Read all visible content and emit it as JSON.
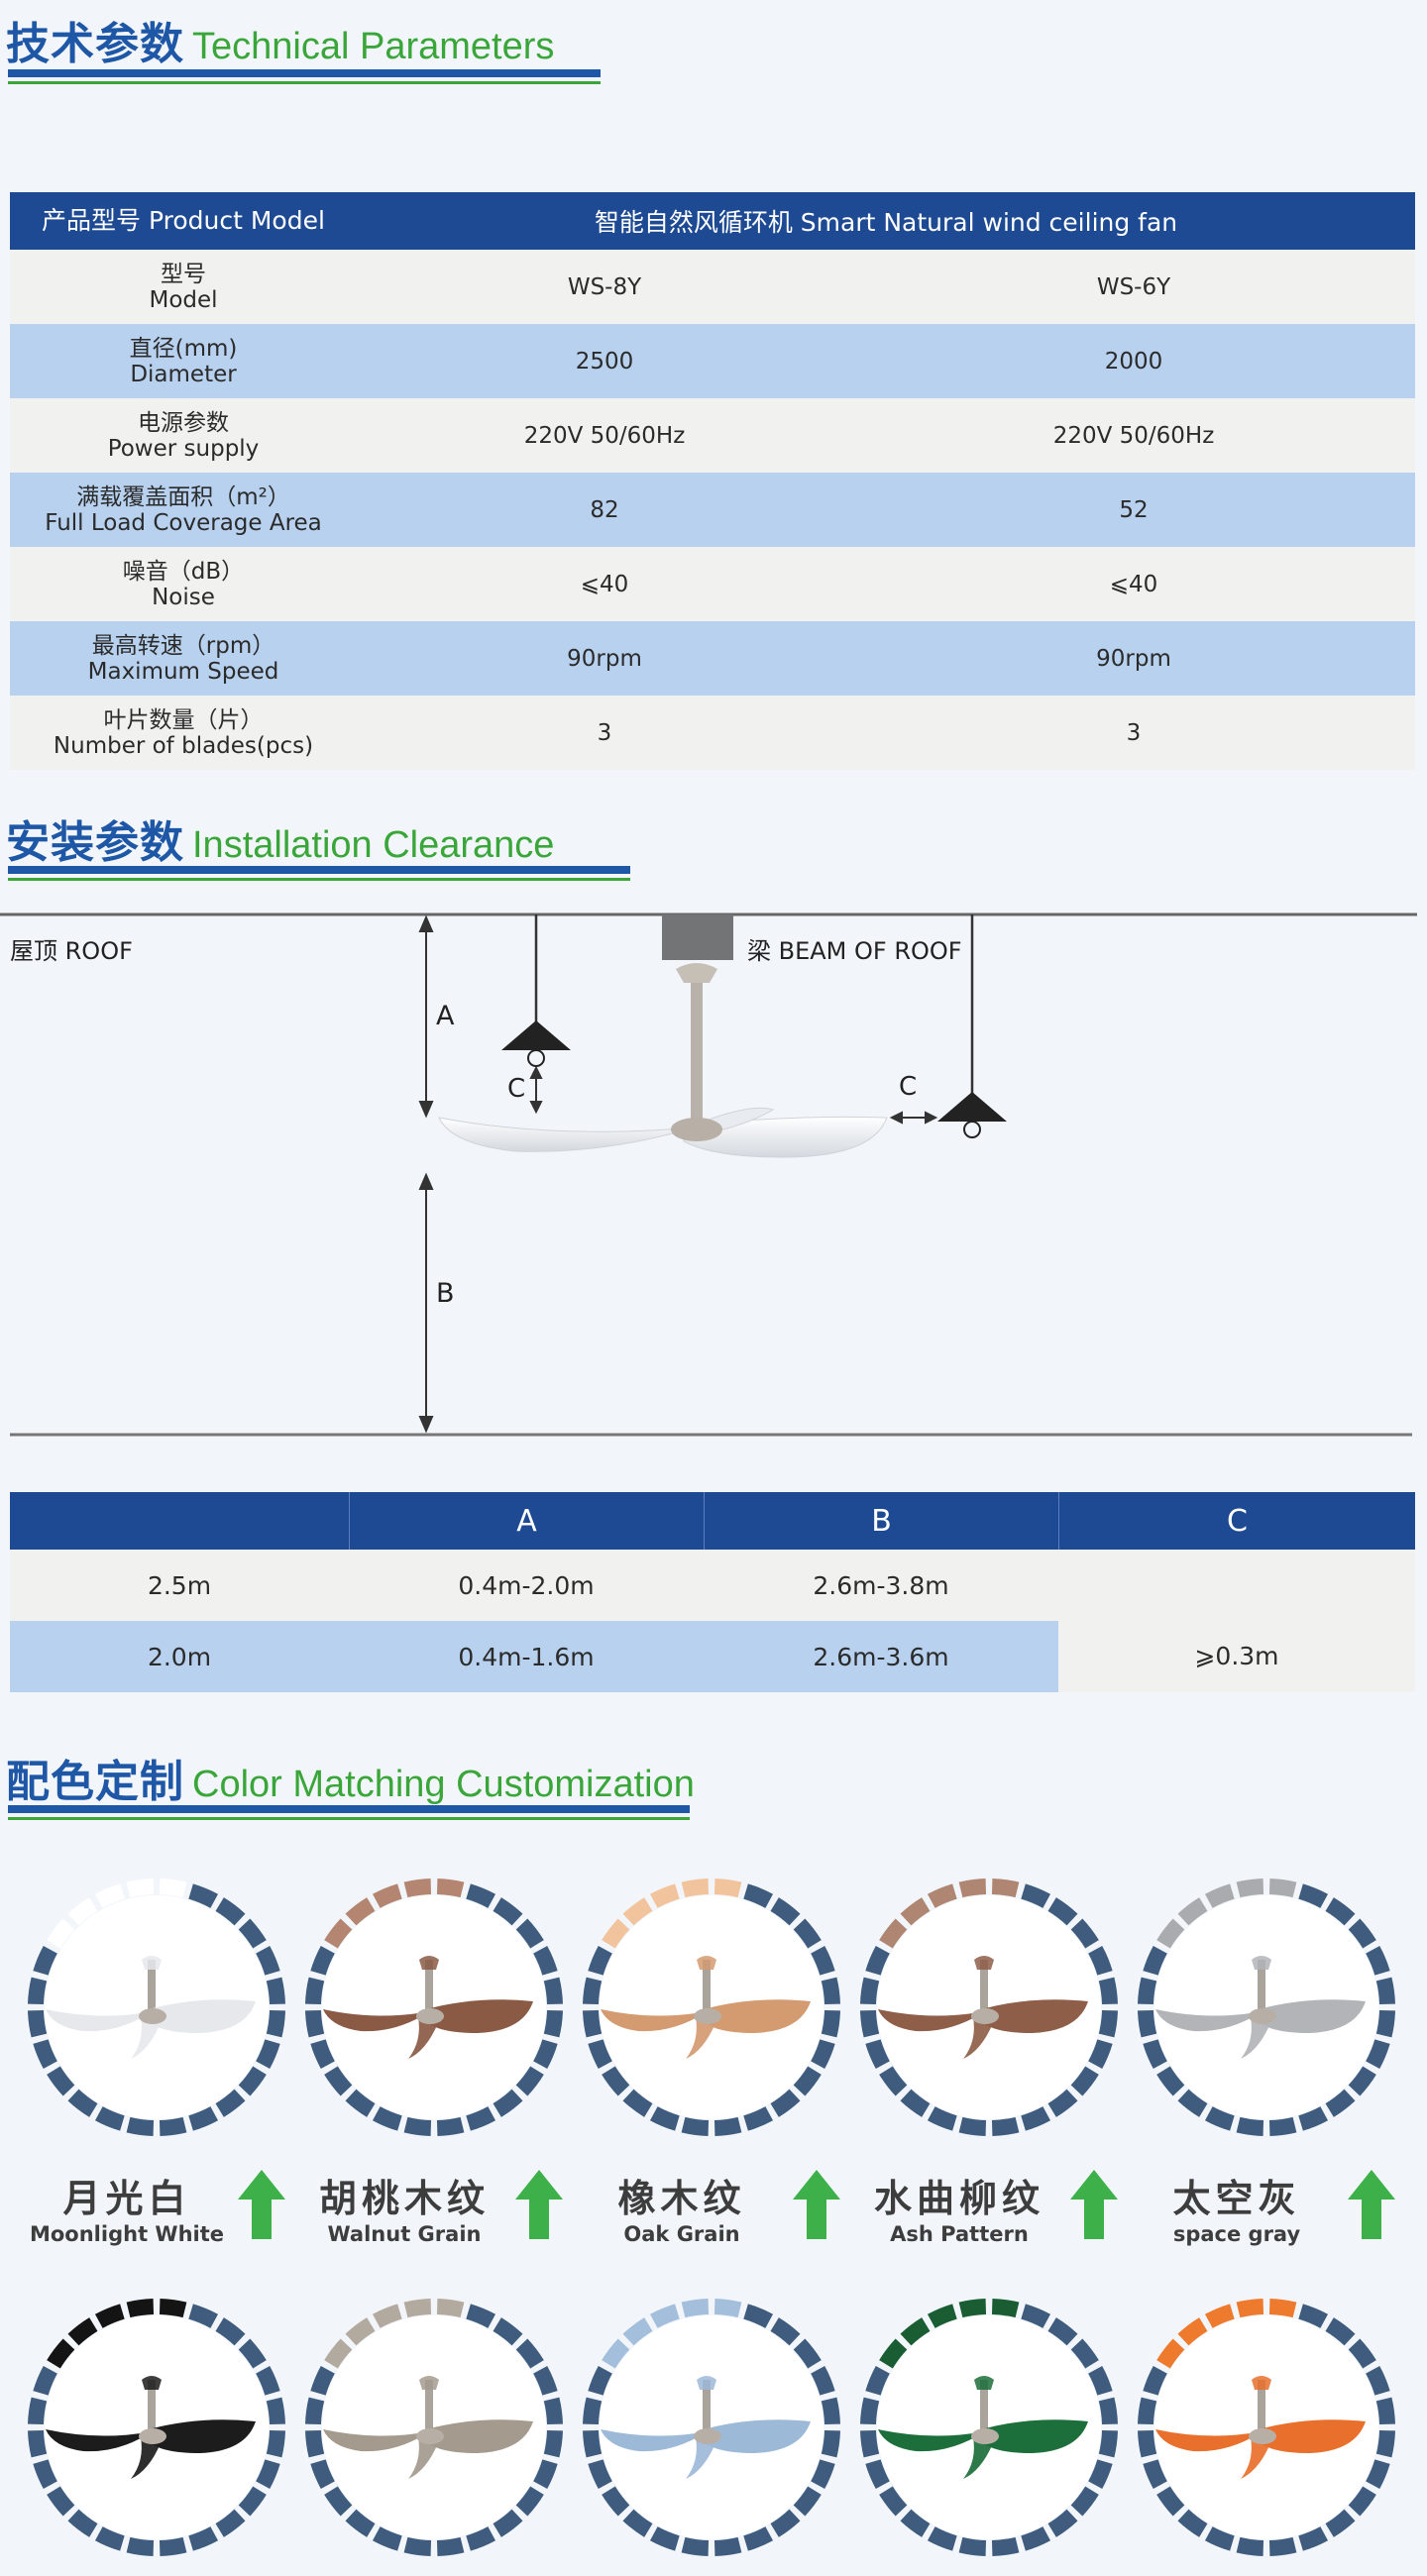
{
  "sections": {
    "tech": {
      "zh": "技术参数",
      "en": "Technical Parameters"
    },
    "install": {
      "zh": "安装参数",
      "en": "Installation Clearance"
    },
    "color": {
      "zh": "配色定制",
      "en": "Color Matching Customization"
    }
  },
  "spec_table": {
    "header": {
      "label": "产品型号 Product Model",
      "value": "智能自然风循环机 Smart Natural wind ceiling fan"
    },
    "rows": [
      {
        "zh": "型号",
        "en": "Model",
        "v1": "WS-8Y",
        "v2": "WS-6Y"
      },
      {
        "zh": "直径(mm)",
        "en": "Diameter",
        "v1": "2500",
        "v2": "2000"
      },
      {
        "zh": "电源参数",
        "en": "Power supply",
        "v1": "220V 50/60Hz",
        "v2": "220V 50/60Hz"
      },
      {
        "zh": "满载覆盖面积（m²）",
        "en": "Full Load Coverage Area",
        "v1": "82",
        "v2": "52"
      },
      {
        "zh": "噪音（dB）",
        "en": "Noise",
        "v1": "⩽40",
        "v2": "⩽40"
      },
      {
        "zh": "最高转速（rpm）",
        "en": "Maximum Speed",
        "v1": "90rpm",
        "v2": "90rpm"
      },
      {
        "zh": "叶片数量（片）",
        "en": "Number of blades(pcs)",
        "v1": "3",
        "v2": "3"
      }
    ]
  },
  "diagram": {
    "roof": "屋顶 ROOF",
    "beam": "梁 BEAM OF ROOF",
    "a": "A",
    "b": "B",
    "c": "C"
  },
  "clearance_table": {
    "headers": [
      "",
      "A",
      "B",
      "C"
    ],
    "rows": [
      {
        "size": "2.5m",
        "a": "0.4m-2.0m",
        "b": "2.6m-3.8m"
      },
      {
        "size": "2.0m",
        "a": "0.4m-1.6m",
        "b": "2.6m-3.6m"
      }
    ],
    "c_value": "⩾0.3m"
  },
  "colors": [
    {
      "zh": "月光白",
      "en": "Moonlight White",
      "blade": "#e6e8ec",
      "accent": "#ffffff"
    },
    {
      "zh": "胡桃木纹",
      "en": "Walnut Grain",
      "blade": "#8a5a45",
      "accent": "#b48671"
    },
    {
      "zh": "橡木纹",
      "en": "Oak Grain",
      "blade": "#d49a70",
      "accent": "#f2c49e"
    },
    {
      "zh": "水曲柳纹",
      "en": "Ash Pattern",
      "blade": "#8e5e48",
      "accent": "#ae8672"
    },
    {
      "zh": "太空灰",
      "en": "space gray",
      "blade": "#b2b4b7",
      "accent": "#a9abae"
    },
    {
      "blade": "#1c1c1c",
      "accent": "#141414"
    },
    {
      "blade": "#a49a8e",
      "accent": "#b3aa9f"
    },
    {
      "blade": "#9db9d8",
      "accent": "#a4bfdc"
    },
    {
      "blade": "#1c6e3a",
      "accent": "#1b5d33"
    },
    {
      "blade": "#e8702c",
      "accent": "#ee7a2e"
    }
  ],
  "ring_color": "#3f5b7d"
}
